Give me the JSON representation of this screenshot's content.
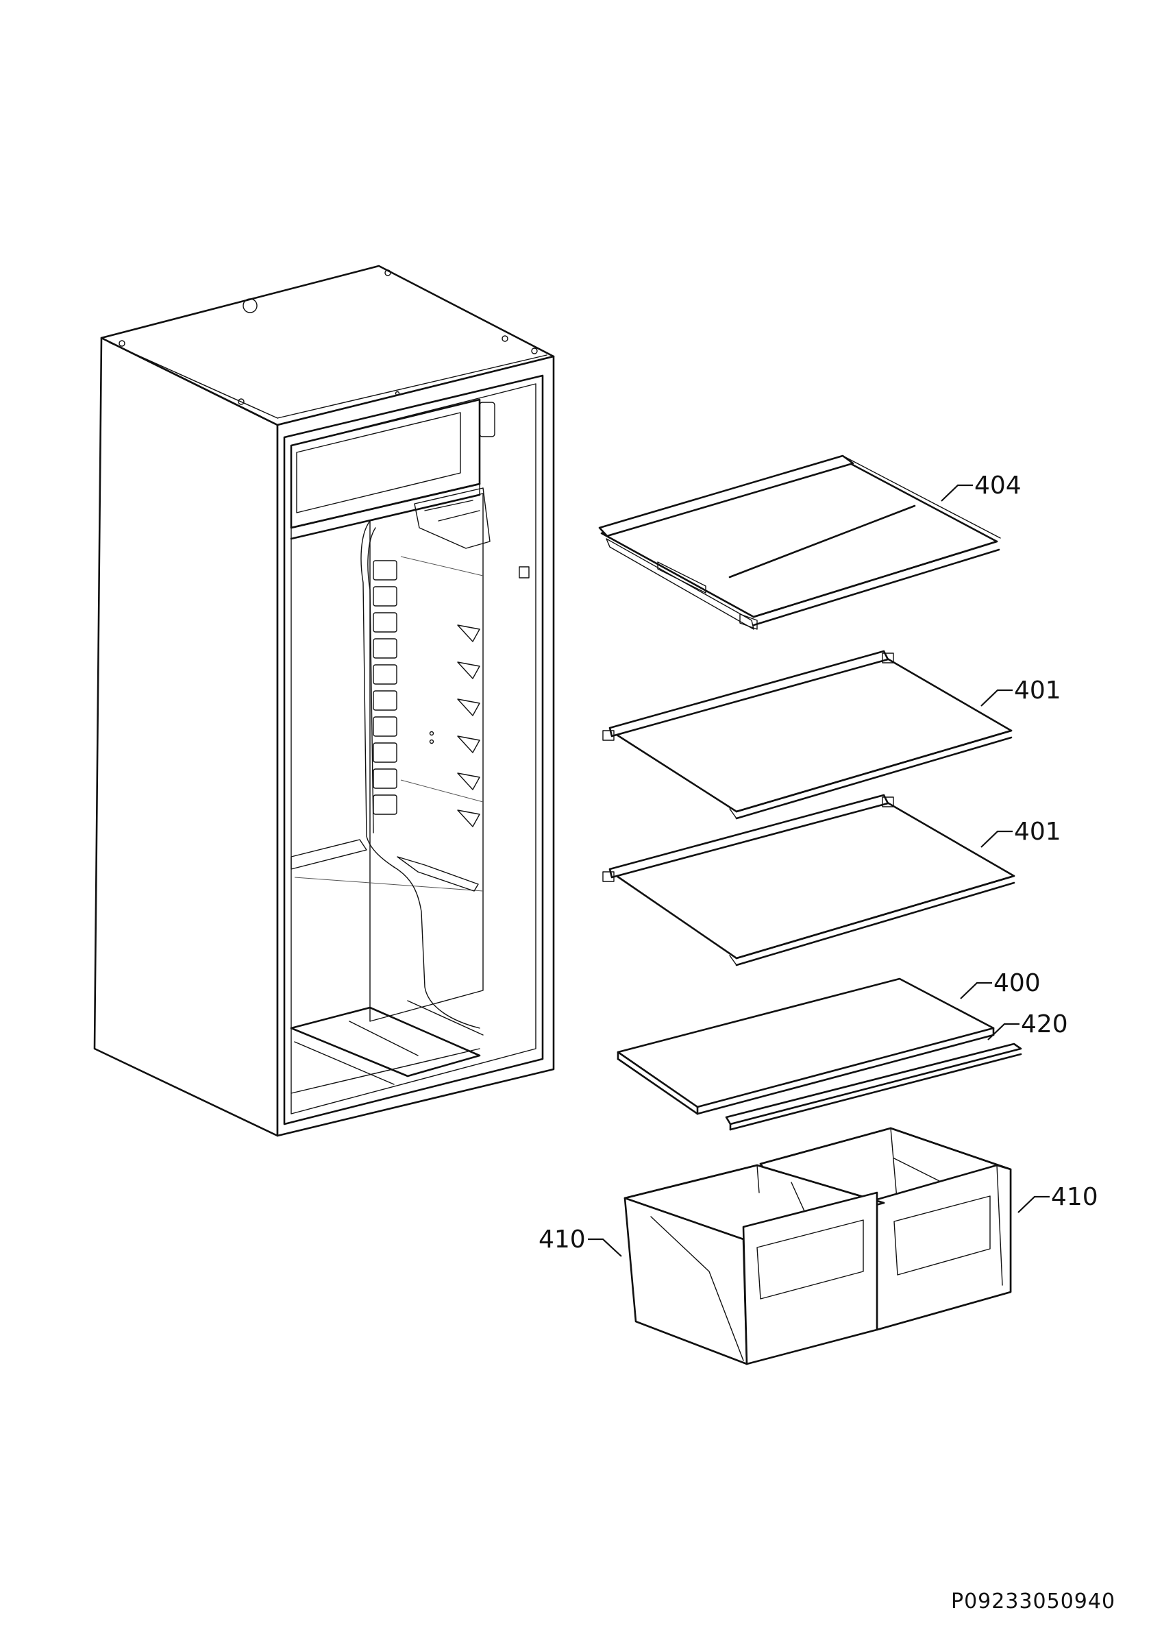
{
  "parts": [
    {
      "id": "shelf-404",
      "label": "404"
    },
    {
      "id": "shelf-401-upper",
      "label": "401"
    },
    {
      "id": "shelf-401-lower",
      "label": "401"
    },
    {
      "id": "cover-400",
      "label": "400"
    },
    {
      "id": "strip-420",
      "label": "420"
    },
    {
      "id": "drawer-410-left",
      "label": "410"
    },
    {
      "id": "drawer-410-right",
      "label": "410"
    }
  ],
  "document_number": "P09233050940"
}
